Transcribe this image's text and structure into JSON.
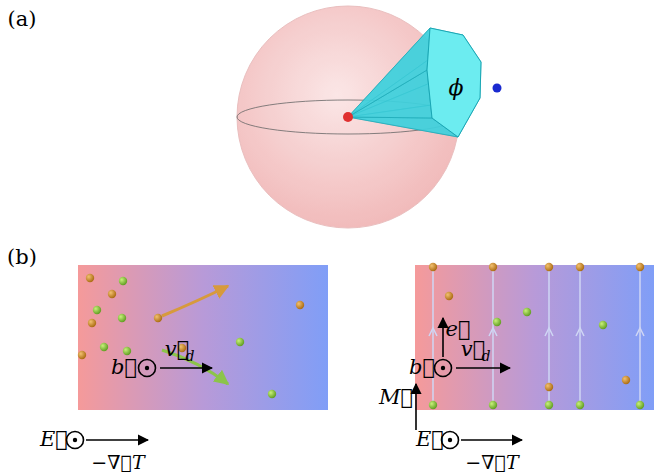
{
  "diagram": {
    "labels": [
      "(a)",
      "ϕ",
      "(b)",
      "b⃗",
      "v⃗",
      "d",
      "E⃗",
      "−∇⃗T",
      "M⃗",
      "e⃗",
      "b⃗",
      "v⃗",
      "d",
      "E⃗",
      "−∇⃗T"
    ]
  }
}
